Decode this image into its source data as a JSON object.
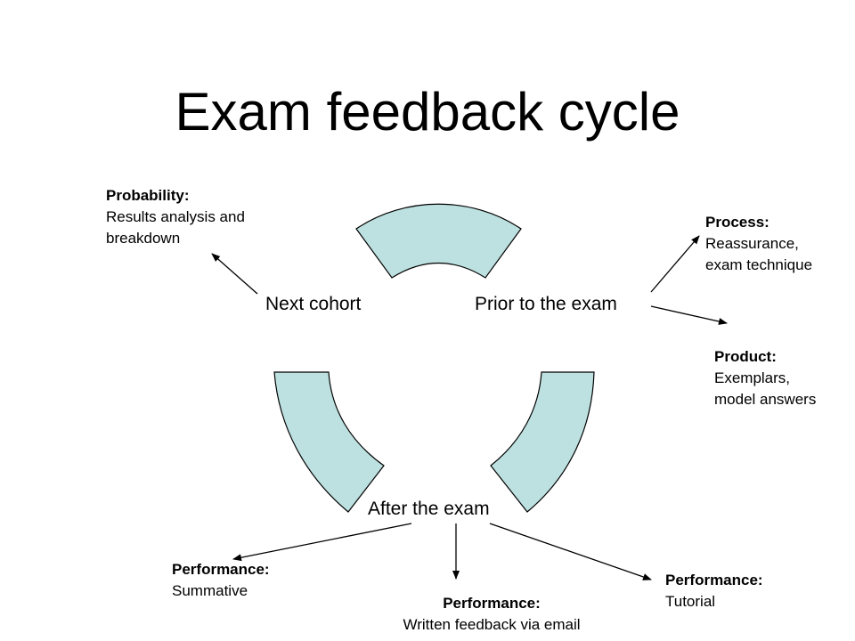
{
  "title": "Exam feedback cycle",
  "colors": {
    "segment_fill": "#bde0e0",
    "segment_stroke": "#000000",
    "arrow": "#000000"
  },
  "nodes": {
    "prior": "Prior to the exam",
    "after": "After the exam",
    "next": "Next cohort"
  },
  "notes": {
    "probability": {
      "head": "Probability:",
      "lines": [
        "Results analysis and",
        "breakdown"
      ]
    },
    "process": {
      "head": "Process:",
      "lines": [
        "Reassurance,",
        "exam technique"
      ]
    },
    "product": {
      "head": "Product:",
      "lines": [
        "Exemplars,",
        "model answers"
      ]
    },
    "summative": {
      "head": "Performance:",
      "lines": [
        "Summative"
      ]
    },
    "written": {
      "head": "Performance:",
      "lines": [
        "Written feedback via email"
      ]
    },
    "tutorial": {
      "head": "Performance:",
      "lines": [
        "Tutorial"
      ]
    }
  }
}
